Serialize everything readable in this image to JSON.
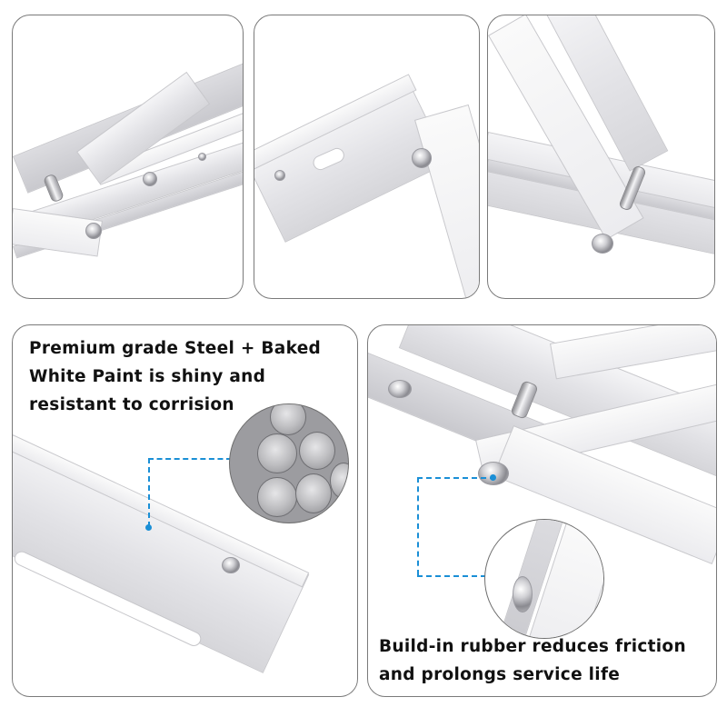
{
  "panels": {
    "top_left": {
      "description": "Close-up of folding bracket hinge with pin and rivets"
    },
    "top_middle": {
      "description": "Close-up of bracket corner joint with rivet"
    },
    "top_right": {
      "description": "Close-up of locking pin and rivet on bracket arm"
    },
    "bottom_left": {
      "caption_lines": [
        "Premium grade Steel + Baked",
        "White Paint is shiny and",
        "resistant to corrision"
      ],
      "callout": "steel-rods-magnifier"
    },
    "bottom_right": {
      "caption_lines": [
        "Build-in rubber reduces friction",
        "and prolongs service life"
      ],
      "callout": "rubber-washer-magnifier"
    }
  },
  "colors": {
    "panel_border": "#7a7a7a",
    "callout_line": "#1a8fd6",
    "caption_text": "#111111",
    "bracket_white": "#e6e6ea"
  }
}
